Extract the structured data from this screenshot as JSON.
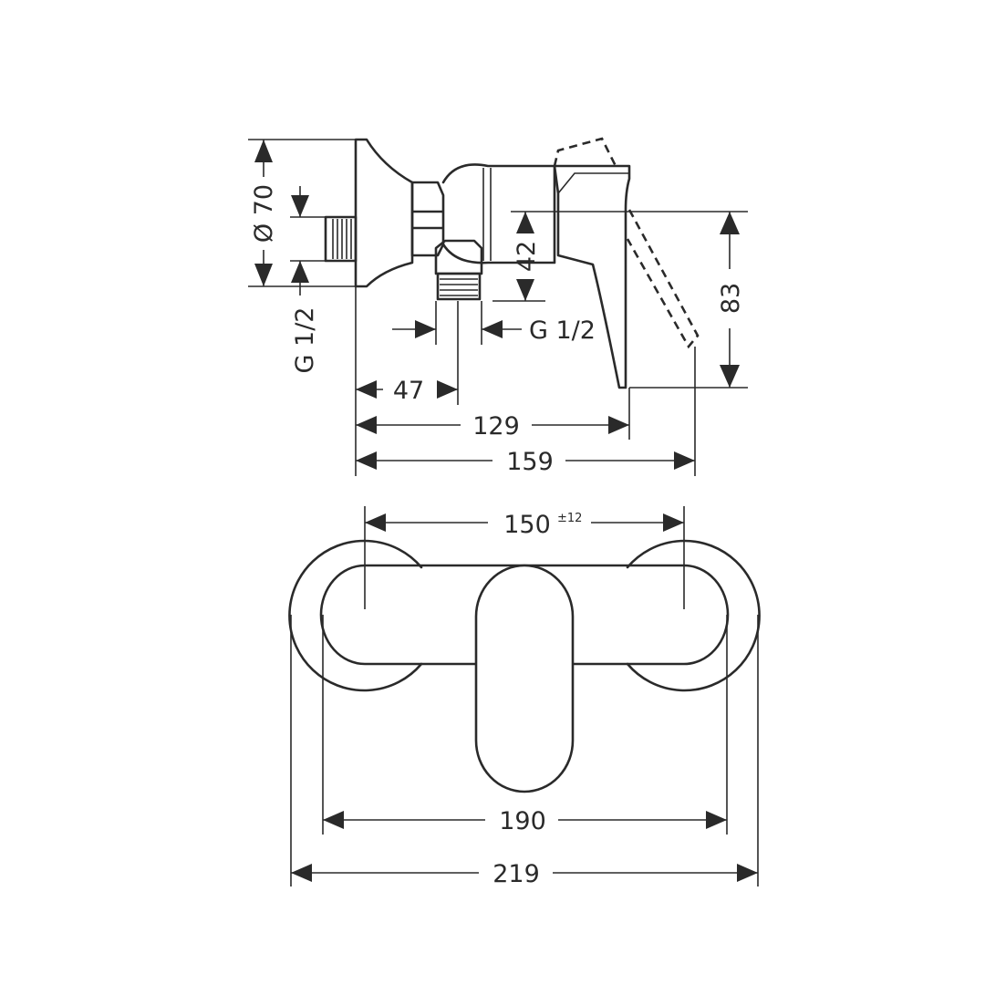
{
  "dimensions": {
    "dia_70": "Ø 70",
    "thread_left": "G 1/2",
    "thread_bottom": "G 1/2",
    "height_42": "42",
    "height_83": "83",
    "width_47": "47",
    "width_129": "129",
    "width_159": "159",
    "width_150": "150",
    "tol_150": "±12",
    "width_190": "190",
    "width_219": "219"
  },
  "colors": {
    "line": "#2a2a2a",
    "background": "#ffffff"
  }
}
